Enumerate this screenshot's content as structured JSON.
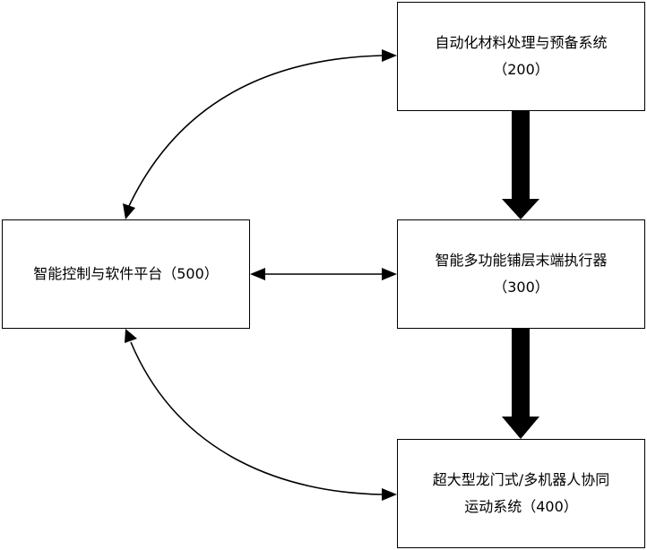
{
  "nodes": {
    "n200": {
      "line1": "自动化材料处理与预备系统",
      "line2": "（200）"
    },
    "n300": {
      "line1": "智能多功能铺层末端执行器",
      "line2": "（300）"
    },
    "n400": {
      "line1": "超大型龙门式/多机器人协同",
      "line2": "运动系统（400）"
    },
    "n500": {
      "line1": "智能控制与软件平台（500）"
    }
  },
  "edges": [
    {
      "from": "n200",
      "to": "n300",
      "type": "thick-arrow"
    },
    {
      "from": "n300",
      "to": "n400",
      "type": "thick-arrow"
    },
    {
      "from": "n500",
      "to": "n300",
      "type": "bidirectional"
    },
    {
      "from": "n500",
      "to": "n200",
      "type": "bidirectional-curve"
    },
    {
      "from": "n500",
      "to": "n400",
      "type": "bidirectional-curve"
    }
  ]
}
